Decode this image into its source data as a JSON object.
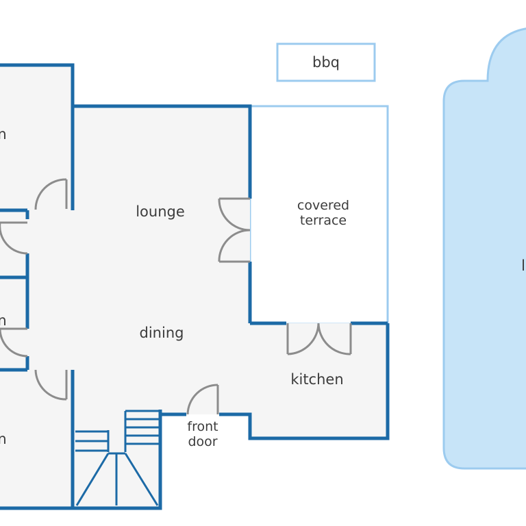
{
  "plan": {
    "colors": {
      "wall": "#1c6aa6",
      "outdoor_outline": "#9ccbef",
      "floor": "#f5f5f5",
      "pool": "#c7e4f8",
      "door": "#8c8c8c",
      "text": "#3c3c3c"
    },
    "labels": {
      "bbq": "bbq",
      "lounge": "lounge",
      "dining": "dining",
      "covered_terrace_line1": "covered",
      "covered_terrace_line2": "terrace",
      "kitchen": "kitchen",
      "front_door_line1": "front",
      "front_door_line2": "door",
      "cut_room_1": "n",
      "cut_room_2": "n",
      "cut_room_3": "n",
      "cut_pool": "l"
    }
  }
}
